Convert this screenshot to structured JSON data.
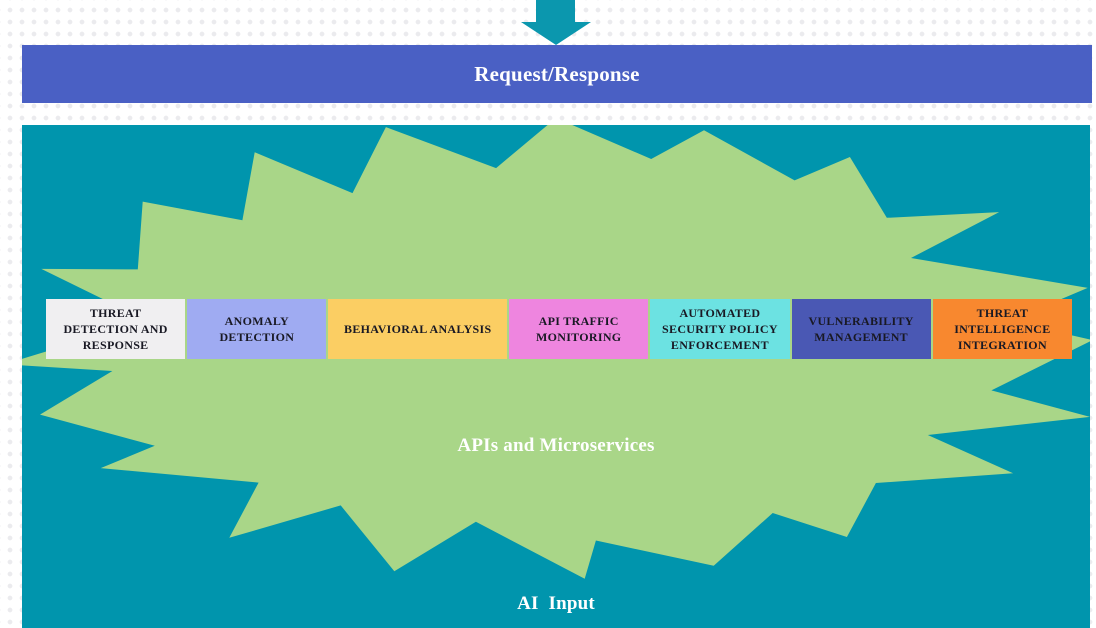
{
  "banner": {
    "label": "Request/Response"
  },
  "diagram": {
    "star_label": "APIs and Microservices",
    "bottom_label": "AI  Input",
    "modules": [
      {
        "label": "THREAT DETECTION AND RESPONSE",
        "color": "#f0eff1"
      },
      {
        "label": "ANOMALY DETECTION",
        "color": "#9fabf2"
      },
      {
        "label": "BEHAVIORAL ANALYSIS",
        "color": "#fbce63"
      },
      {
        "label": "API TRAFFIC MONITORING",
        "color": "#ee85df"
      },
      {
        "label": "AUTOMATED SECURITY POLICY ENFORCEMENT",
        "color": "#6ce2e2"
      },
      {
        "label": "VULNERABILITY MANAGEMENT",
        "color": "#4a58b4"
      },
      {
        "label": "THREAT INTELLIGENCE INTEGRATION",
        "color": "#f8882f"
      }
    ]
  },
  "colors": {
    "arrow": "#0b97ae",
    "banner_bg": "#4a60c4",
    "panel_bg": "#0095ad",
    "star_fill": "#a9d688"
  }
}
